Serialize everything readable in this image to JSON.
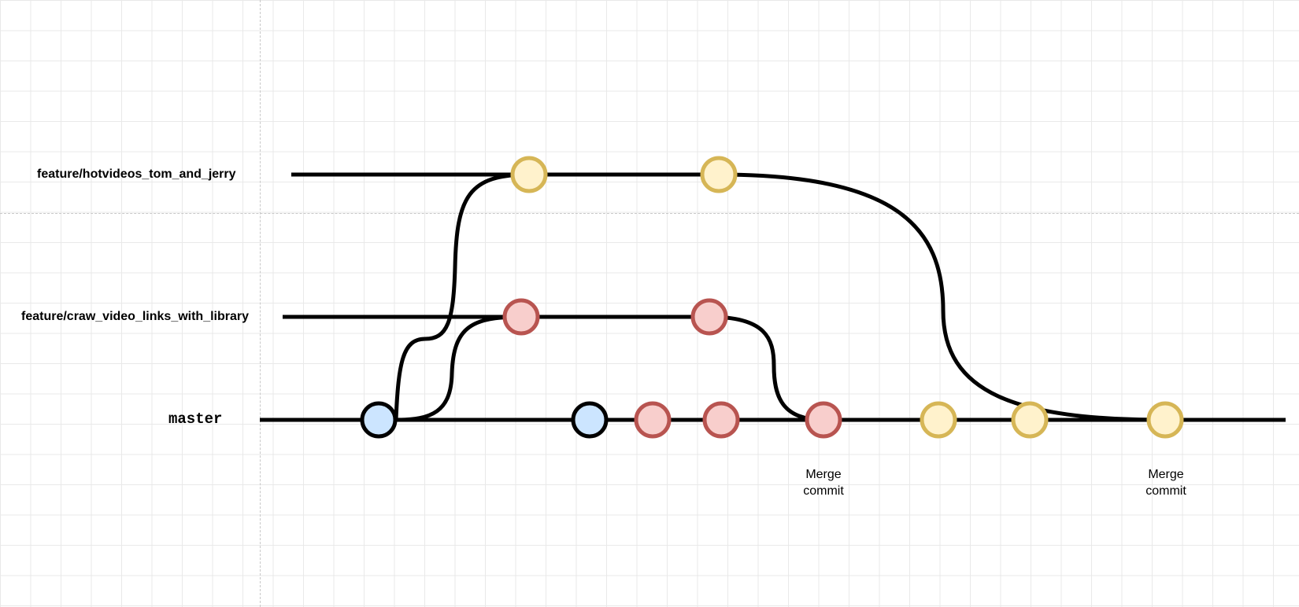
{
  "branches": {
    "hotvideos": {
      "label": "feature/hotvideos_tom_and_jerry",
      "color": "#fff2cc",
      "stroke": "#d6b656"
    },
    "craw": {
      "label": "feature/craw_video_links_with_library",
      "color": "#f8cecc",
      "stroke": "#b85450"
    },
    "master": {
      "label": "master",
      "color": "#cce5ff",
      "stroke": "#000000"
    }
  },
  "annotations": {
    "merge_1": "Merge\ncommit",
    "merge_2": "Merge\ncommit"
  },
  "commits": [
    {
      "id": "m1",
      "branch": "master",
      "style": "master"
    },
    {
      "id": "h1",
      "branch": "hotvideos",
      "style": "hotvideos"
    },
    {
      "id": "h2",
      "branch": "hotvideos",
      "style": "hotvideos"
    },
    {
      "id": "c1",
      "branch": "craw",
      "style": "craw"
    },
    {
      "id": "c2",
      "branch": "craw",
      "style": "craw"
    },
    {
      "id": "m2",
      "branch": "master",
      "style": "master"
    },
    {
      "id": "m3",
      "branch": "master",
      "style": "craw"
    },
    {
      "id": "m4",
      "branch": "master",
      "style": "craw"
    },
    {
      "id": "m5",
      "branch": "master",
      "style": "craw",
      "note": "merge_1"
    },
    {
      "id": "m6",
      "branch": "master",
      "style": "hotvideos"
    },
    {
      "id": "m7",
      "branch": "master",
      "style": "hotvideos"
    },
    {
      "id": "m8",
      "branch": "master",
      "style": "hotvideos",
      "note": "merge_2"
    }
  ]
}
